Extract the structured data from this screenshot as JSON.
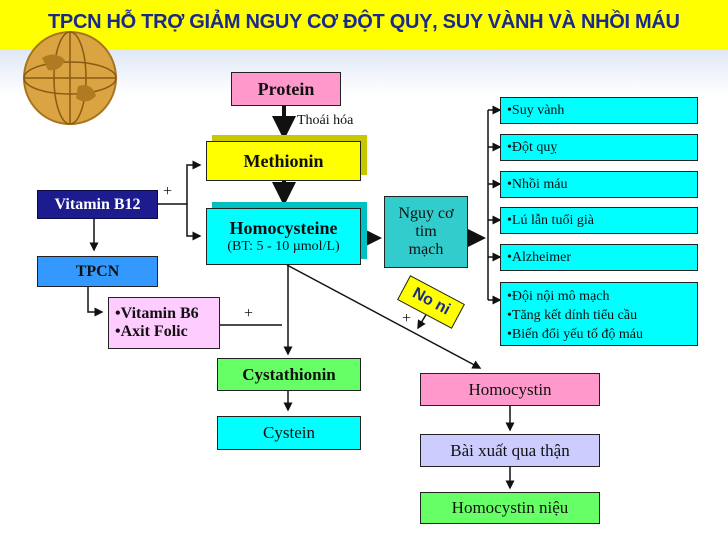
{
  "title": "TPCN HỖ TRỢ GIẢM NGUY CƠ ĐỘT QUỴ, SUY VÀNH VÀ NHỒI MÁU",
  "nodes": {
    "protein": "Protein",
    "methionin": "Methionin",
    "homocysteine": "Homocysteine",
    "homocysteine_range": "(BT: 5 - 10 µmol/L)",
    "vitamin_b12": "Vitamin B12",
    "tpcn": "TPCN",
    "vitamin_b6": "•Vitamin B6",
    "axit_folic": "•Axit Folic",
    "cystathionin": "Cystathionin",
    "cystein": "Cystein",
    "homocystin": "Homocystin",
    "bai_xuat": "Bài xuất qua thận",
    "homocystin_nieu": "Homocystin niệu",
    "nguy_co_line1": "Nguy cơ",
    "nguy_co_line2": "tim",
    "nguy_co_line3": "mạch",
    "no_ni": "No ni"
  },
  "labels": {
    "thoai_hoa": "Thoái hóa",
    "plus_b12": "+",
    "plus_b6": "+",
    "plus_diag": "+"
  },
  "risks": [
    "•Suy vành",
    "•Đột quỵ",
    "•Nhồi máu",
    "•Lú lẫn tuổi già",
    "•Alzheimer"
  ],
  "risks_last": [
    "•Đội nội mô mạch",
    "•Tăng kết dính tiểu cầu",
    "•Biến đổi yếu tố độ máu"
  ]
}
